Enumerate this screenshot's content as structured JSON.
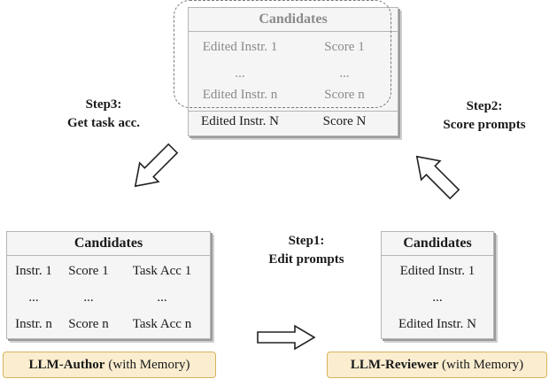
{
  "top_card": {
    "title": "Candidates",
    "rows": [
      {
        "instr": "Edited Instr. 1",
        "score": "Score 1"
      },
      {
        "instr": "...",
        "score": "..."
      },
      {
        "instr": "Edited Instr. n",
        "score": "Score n"
      },
      {
        "instr": "Edited Instr. N",
        "score": "Score N"
      }
    ]
  },
  "left_card": {
    "title": "Candidates",
    "rows": [
      {
        "instr": "Instr. 1",
        "score": "Score 1",
        "acc": "Task Acc 1"
      },
      {
        "instr": "...",
        "score": "...",
        "acc": "..."
      },
      {
        "instr": "Instr. n",
        "score": "Score n",
        "acc": "Task Acc n"
      }
    ]
  },
  "right_card": {
    "title": "Candidates",
    "rows": [
      "Edited Instr. 1",
      "...",
      "Edited Instr. N"
    ]
  },
  "steps": {
    "step1": {
      "title": "Step1:",
      "desc": "Edit prompts"
    },
    "step2": {
      "title": "Step2:",
      "desc": "Score prompts"
    },
    "step3": {
      "title": "Step3:",
      "desc": "Get task acc."
    }
  },
  "llm_author": {
    "name": "LLM-Author",
    "suffix": "(with Memory)"
  },
  "llm_reviewer": {
    "name": "LLM-Reviewer",
    "suffix": "(with Memory)"
  },
  "colors": {
    "llm_fill": "#fbeed0",
    "llm_border": "#d6b25a",
    "card_fill": "#f5f5f5"
  }
}
